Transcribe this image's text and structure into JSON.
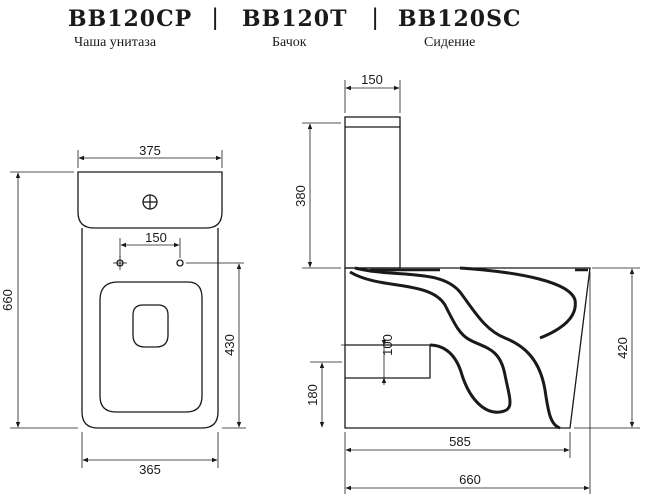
{
  "header": {
    "products": [
      {
        "code": "BB120CP",
        "label": "Чаша унитаза"
      },
      {
        "code": "BB120T",
        "label": "Бачок"
      },
      {
        "code": "BB120SC",
        "label": "Сидение"
      }
    ],
    "separator": "|"
  },
  "top_view": {
    "dim_tank_width": "375",
    "dim_holes_spacing": "150",
    "dim_total_length": "660",
    "dim_hole_to_front": "430",
    "dim_bowl_width": "365"
  },
  "side_view": {
    "dim_tank_depth": "150",
    "dim_tank_height": "380",
    "dim_outlet_height": "100",
    "dim_outlet_center": "180",
    "dim_total_height": "420",
    "dim_base_length": "585",
    "dim_total_length": "660"
  },
  "colors": {
    "line": "#1a1a1a",
    "background": "#ffffff"
  }
}
